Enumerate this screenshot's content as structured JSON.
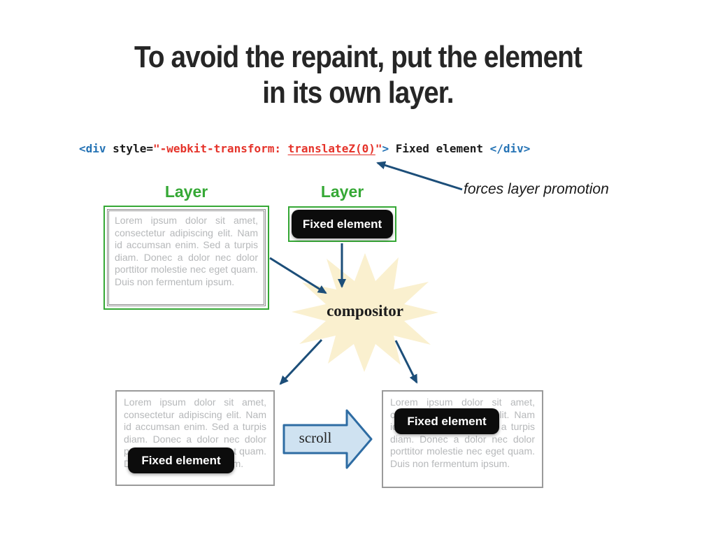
{
  "title": {
    "line1": "To avoid the repaint, put the element",
    "line2": "in its own layer."
  },
  "code": {
    "tokens": [
      {
        "text": "<div",
        "color": "blue"
      },
      {
        "text": " style=",
        "color": "black"
      },
      {
        "text": "\"-webkit-transform: ",
        "color": "red"
      },
      {
        "text": "translateZ(0)",
        "color": "red",
        "underlined": true
      },
      {
        "text": "\"",
        "color": "red"
      },
      {
        "text": ">",
        "color": "blue"
      },
      {
        "text": " Fixed element ",
        "color": "black"
      },
      {
        "text": "</div>",
        "color": "blue"
      }
    ]
  },
  "annotation": "forces layer promotion",
  "diagram": {
    "layer_left": {
      "label": "Layer"
    },
    "layer_right": {
      "label": "Layer"
    },
    "fixed_badge_label": "Fixed element",
    "lorem": "Lorem ipsum dolor sit amet, consectetur adipiscing elit. Nam id accumsan enim. Sed a turpis diam. Donec a dolor nec dolor porttitor molestie nec eget quam. Duis non fermentum ipsum.",
    "compositor_label": "compositor",
    "scroll_label": "scroll"
  },
  "colors": {
    "title_text": "#262626",
    "code_blue": "#2573b5",
    "code_red": "#e5332a",
    "code_black": "#1a1a1a",
    "layer_green": "#35a835",
    "arrow_navy": "#1c4e79",
    "star_fill": "#faf0cf",
    "scroll_fill": "#cfe2f1",
    "scroll_border": "#2e6ca3",
    "lorem_gray": "#b6b8ba",
    "badge_bg": "#0c0c0c",
    "badge_text": "#ffffff",
    "box_border_gray": "#9a9a9a"
  }
}
